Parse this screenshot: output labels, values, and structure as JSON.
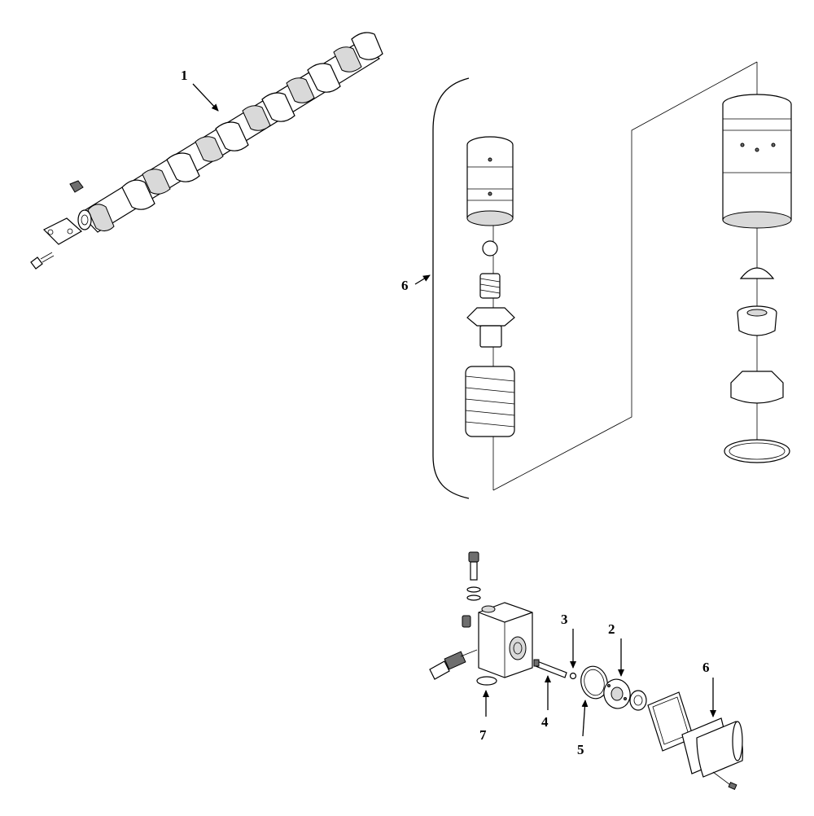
{
  "labels": {
    "camshaft": "1",
    "plunger_assembly": "6",
    "item_3": "3",
    "item_2": "2",
    "item_6_lower": "6",
    "item_7": "7",
    "item_4": "4",
    "item_5": "5"
  }
}
